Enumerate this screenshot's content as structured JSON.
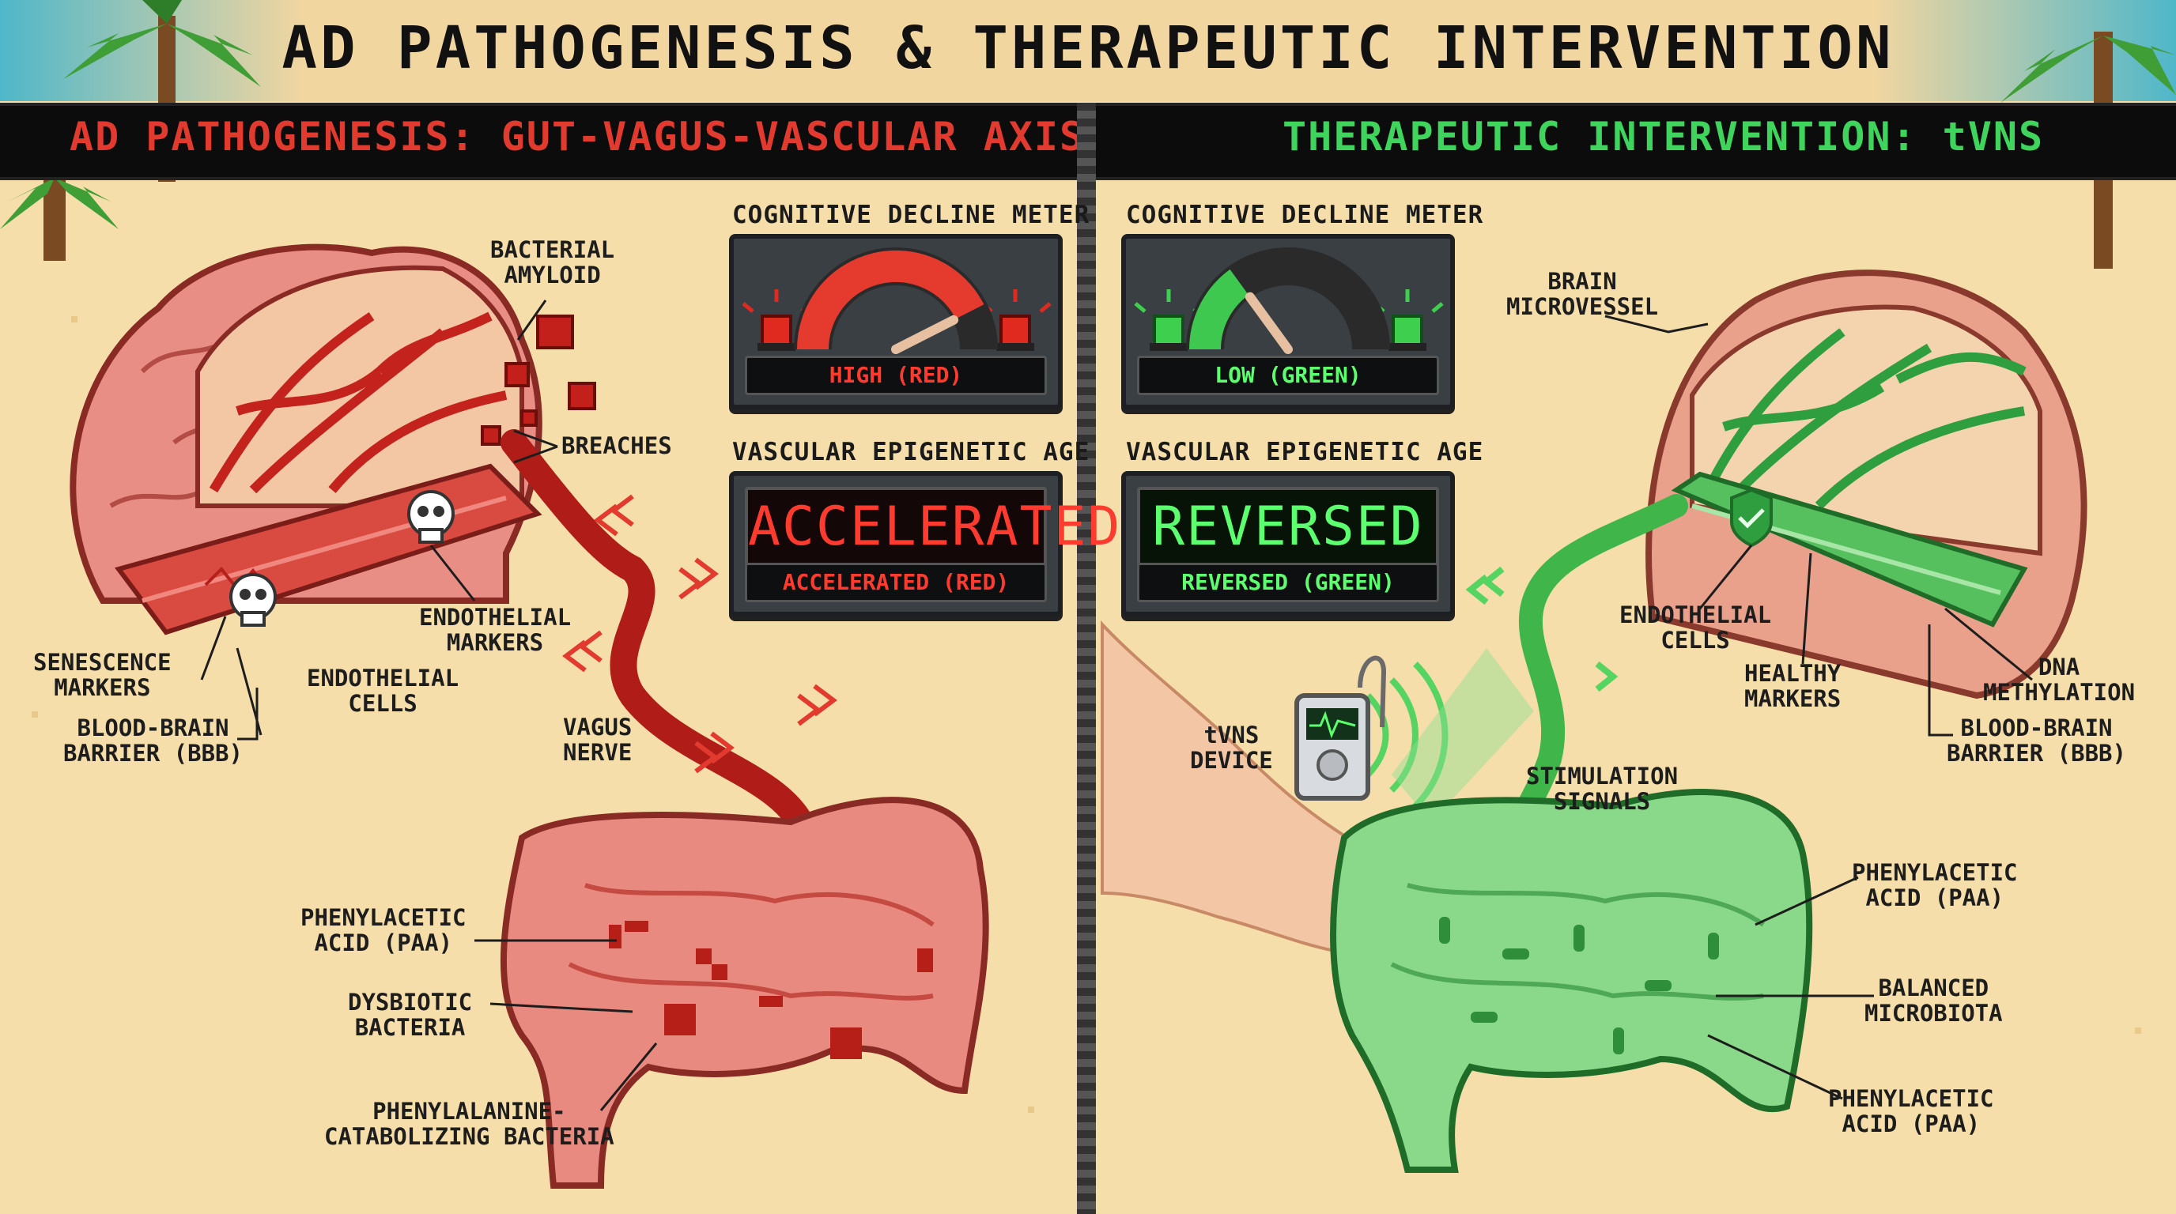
{
  "title": "AD PATHOGENESIS & THERAPEUTIC INTERVENTION",
  "left_panel": {
    "header": "AD PATHOGENESIS: GUT-VAGUS-VASCULAR AXIS",
    "labels": {
      "bacterial_amyloid": "BACTERIAL\nAMYLOID",
      "breaches": "BREACHES",
      "endothelial_markers": "ENDOTHELIAL\nMARKERS",
      "senescence_markers": "SENESCENCE\nMARKERS",
      "endothelial_cells": "ENDOTHELIAL\nCELLS",
      "bbb": "BLOOD-BRAIN\nBARRIER (BBB)",
      "vagus_nerve": "VAGUS\nNERVE",
      "paa": "PHENYLACETIC\nACID (PAA)",
      "dysbiotic": "DYSBIOTIC\nBACTERIA",
      "phenylalanine": "PHENYLALANINE-\nCATABOLIZING BACTERIA"
    },
    "meter1": {
      "title": "COGNITIVE DECLINE METER",
      "readout": "HIGH (RED)",
      "level": 0.85,
      "color": "#e53a2e"
    },
    "meter2": {
      "title": "VASCULAR EPIGENETIC AGE",
      "display": "ACCELERATED",
      "readout": "ACCELERATED (RED)",
      "color": "#ff3b30"
    },
    "theme_color": "#c9302c"
  },
  "right_panel": {
    "header": "THERAPEUTIC INTERVENTION: tVNS",
    "labels": {
      "brain_microvessel": "BRAIN\nMICROVESSEL",
      "endothelial_cells": "ENDOTHELIAL\nCELLS",
      "healthy_markers": "HEALTHY\nMARKERS",
      "dna_methylation": "DNA\nMETHYLATION",
      "bbb": "BLOOD-BRAIN\nBARRIER (BBB)",
      "tvns_device": "tVNS\nDEVICE",
      "stimulation": "STIMULATION\nSIGNALS",
      "paa_top": "PHENYLACETIC\nACID (PAA)",
      "balanced": "BALANCED\nMICROBIOTA",
      "paa_bottom": "PHENYLACETIC\nACID (PAA)"
    },
    "meter1": {
      "title": "COGNITIVE DECLINE METER",
      "readout": "LOW (GREEN)",
      "level": 0.3,
      "color": "#3fc84f"
    },
    "meter2": {
      "title": "VASCULAR EPIGENETIC AGE",
      "display": "REVERSED",
      "readout": "REVERSED (GREEN)",
      "color": "#5cff6d"
    },
    "theme_color": "#3fb54a"
  }
}
